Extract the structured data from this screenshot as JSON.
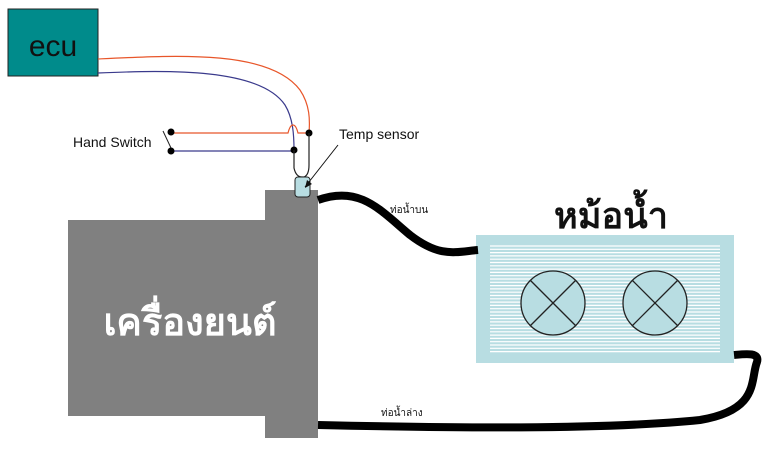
{
  "diagram": {
    "ecu": {
      "label": "ecu",
      "fill": "#008b8b"
    },
    "hand_switch": {
      "label": "Hand Switch"
    },
    "temp_sensor": {
      "label": "Temp sensor",
      "fill": "#b8dde2"
    },
    "engine": {
      "label": "เครื่องยนต์",
      "fill": "#808080"
    },
    "radiator": {
      "label": "หม้อน้ำ",
      "fill": "#b8dde2",
      "fan_count": 2
    },
    "upper_hose": {
      "label": "ท่อน้ำบน"
    },
    "lower_hose": {
      "label": "ท่อน้ำล่าง"
    },
    "wire_colors": {
      "signal_a": "#e8562a",
      "signal_b": "#3a3a8c"
    }
  }
}
